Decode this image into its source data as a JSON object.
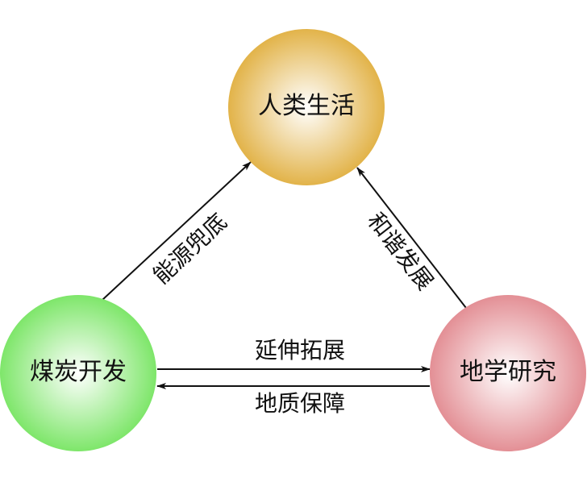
{
  "nodes": {
    "top": {
      "label": "人类生活",
      "color": "#E2B349"
    },
    "left": {
      "label": "煤炭开发",
      "color": "#7EE66A"
    },
    "right": {
      "label": "地学研究",
      "color": "#E38F95"
    }
  },
  "edges": {
    "left_to_top": "能源兜底",
    "right_to_top": "和谐发展",
    "left_to_right": "延伸拓展",
    "right_to_left": "地质保障"
  }
}
